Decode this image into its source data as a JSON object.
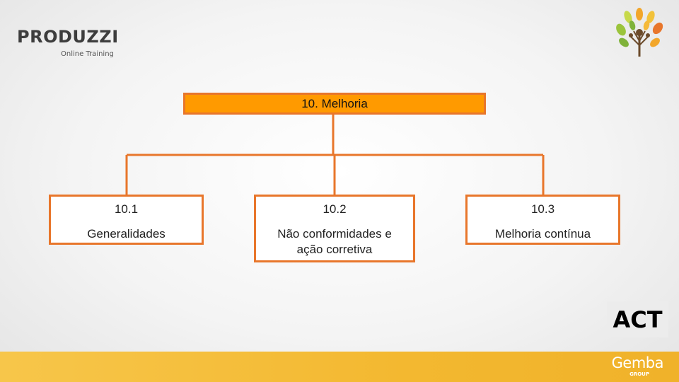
{
  "header": {
    "brand_name": "PRODUZZI",
    "brand_tagline": "Online Training"
  },
  "diagram": {
    "root": {
      "label": "10. Melhoria"
    },
    "children": [
      {
        "code": "10.1",
        "label": "Generalidades"
      },
      {
        "code": "10.2",
        "label": "Não conformidades e ação corretiva"
      },
      {
        "code": "10.3",
        "label": "Melhoria contínua"
      }
    ]
  },
  "phase_badge": "ACT",
  "footer": {
    "logo_name": "Gemba",
    "logo_sub": "GROUP"
  },
  "colors": {
    "accent_orange": "#ff9a00",
    "border_orange": "#e8762b",
    "footer_yellow": "#f3b830"
  },
  "icons": [
    "produzzi-logo",
    "tree-people-icon",
    "gemba-logo"
  ]
}
